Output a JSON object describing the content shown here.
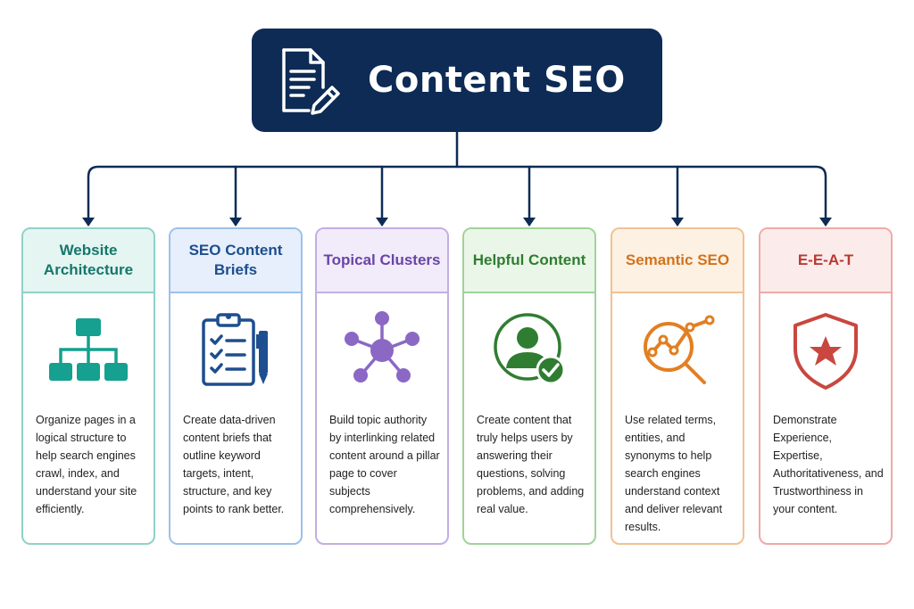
{
  "header": {
    "title": "Content SEO",
    "icon": "document-pencil-icon"
  },
  "colors": {
    "header_bg": "#0d2b55",
    "connector": "#0d2b55"
  },
  "cards": [
    {
      "title": "Website Architecture",
      "icon": "site-hierarchy-icon",
      "accent": "#15776b",
      "description": "Organize pages in a logical structure to help search engines crawl, index, and understand your site efficiently."
    },
    {
      "title": "SEO Content Briefs",
      "icon": "clipboard-checklist-icon",
      "accent": "#1d4e8f",
      "description": "Create data-driven content briefs that outline keyword targets, intent, structure, and key points to rank better."
    },
    {
      "title": "Topical Clusters",
      "icon": "topic-cluster-icon",
      "accent": "#6a44a8",
      "description": "Build topic authority by interlinking related content around a pillar page to cover subjects comprehensively."
    },
    {
      "title": "Helpful Content",
      "icon": "user-check-icon",
      "accent": "#2f7d31",
      "description": "Create content that truly helps users by answering their questions, solving problems, and adding real value."
    },
    {
      "title": "Semantic SEO",
      "icon": "magnifier-graph-icon",
      "accent": "#d2731d",
      "description": "Use related terms, entities, and synonyms to help search engines understand context and deliver relevant results."
    },
    {
      "title": "E-E-A-T",
      "icon": "shield-star-icon",
      "accent": "#b93a33",
      "description": "Demonstrate Experience, Expertise, Authoritativeness, and Trustworthiness in your content."
    }
  ]
}
